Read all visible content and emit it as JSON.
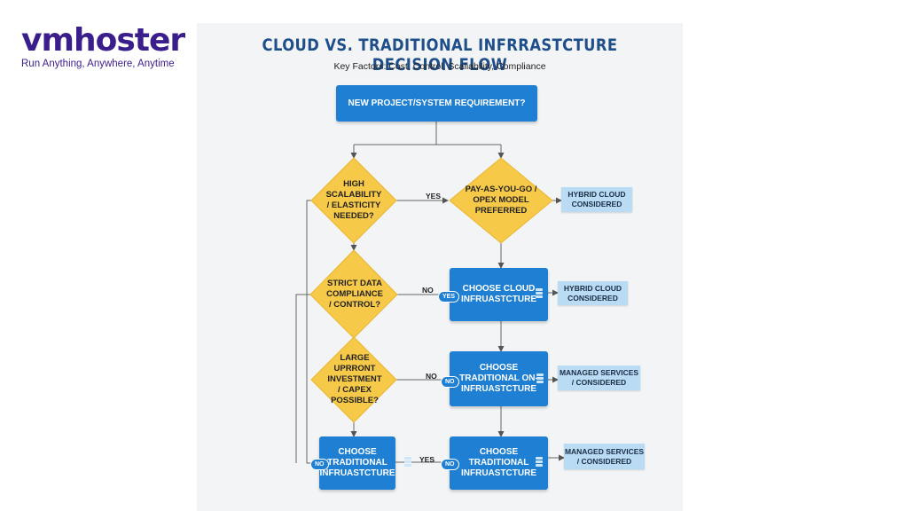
{
  "brand": {
    "name": "vmhoster",
    "tagline": "Run Anything, Anywhere, Anytime"
  },
  "diagram": {
    "title": "CLOUD VS. TRADITIONAL INFRRASTCTURE DECISION FLOW",
    "subtitle": "Key Factors: Cost, Control, Scaliability, Compliance",
    "start": "NEW PROJECT/SYSTEM REQUIREMENT?",
    "decisions": {
      "scalability": "HIGH SCALABILITY / ELASTICITY NEEDED?",
      "payg": "PAY-AS-YOU-GO / OPEX MODEL PREFERRED",
      "compliance": "STRICT DATA COMPLIANCE / CONTROL?",
      "investment": "LARGE UPRRONT INVESTMENT / CAPEX POSSIBLE?"
    },
    "processes": {
      "cloud": "CHOOSE CLOUD INFRUASTCTURE",
      "traditional_on": "CHOOSE TRADITIONAL ON-INFRUASTCTURE",
      "traditional_left": "CHOOSE TRADITIONAL INFRUASTCTURE",
      "traditional_right": "CHOOSE TRADITIONAL INFRUASTCTURE"
    },
    "notes": {
      "hybrid_1": "HYBRID CLOUD CONSIDERED",
      "hybrid_2": "HYBRID CLOUD CONSIDERED",
      "managed_1": "MANAGED SERVICES / CONSIDERED",
      "managed_2": "MANAGED SERVICES / CONSIDERED"
    },
    "edge_labels": {
      "yes_scal": "YES",
      "no_compliance": "NO",
      "yes_pill": "YES",
      "no_invest": "NO",
      "no_pill_on": "NO",
      "no_pill_left": "NO",
      "yes_bottom": "YES",
      "no_pill_right": "NO"
    },
    "colors": {
      "decision": "#f7c948",
      "process": "#1e7fd3",
      "note": "#b9dbf3",
      "title": "#1f4f8a",
      "brand": "#3a1e8c"
    }
  }
}
